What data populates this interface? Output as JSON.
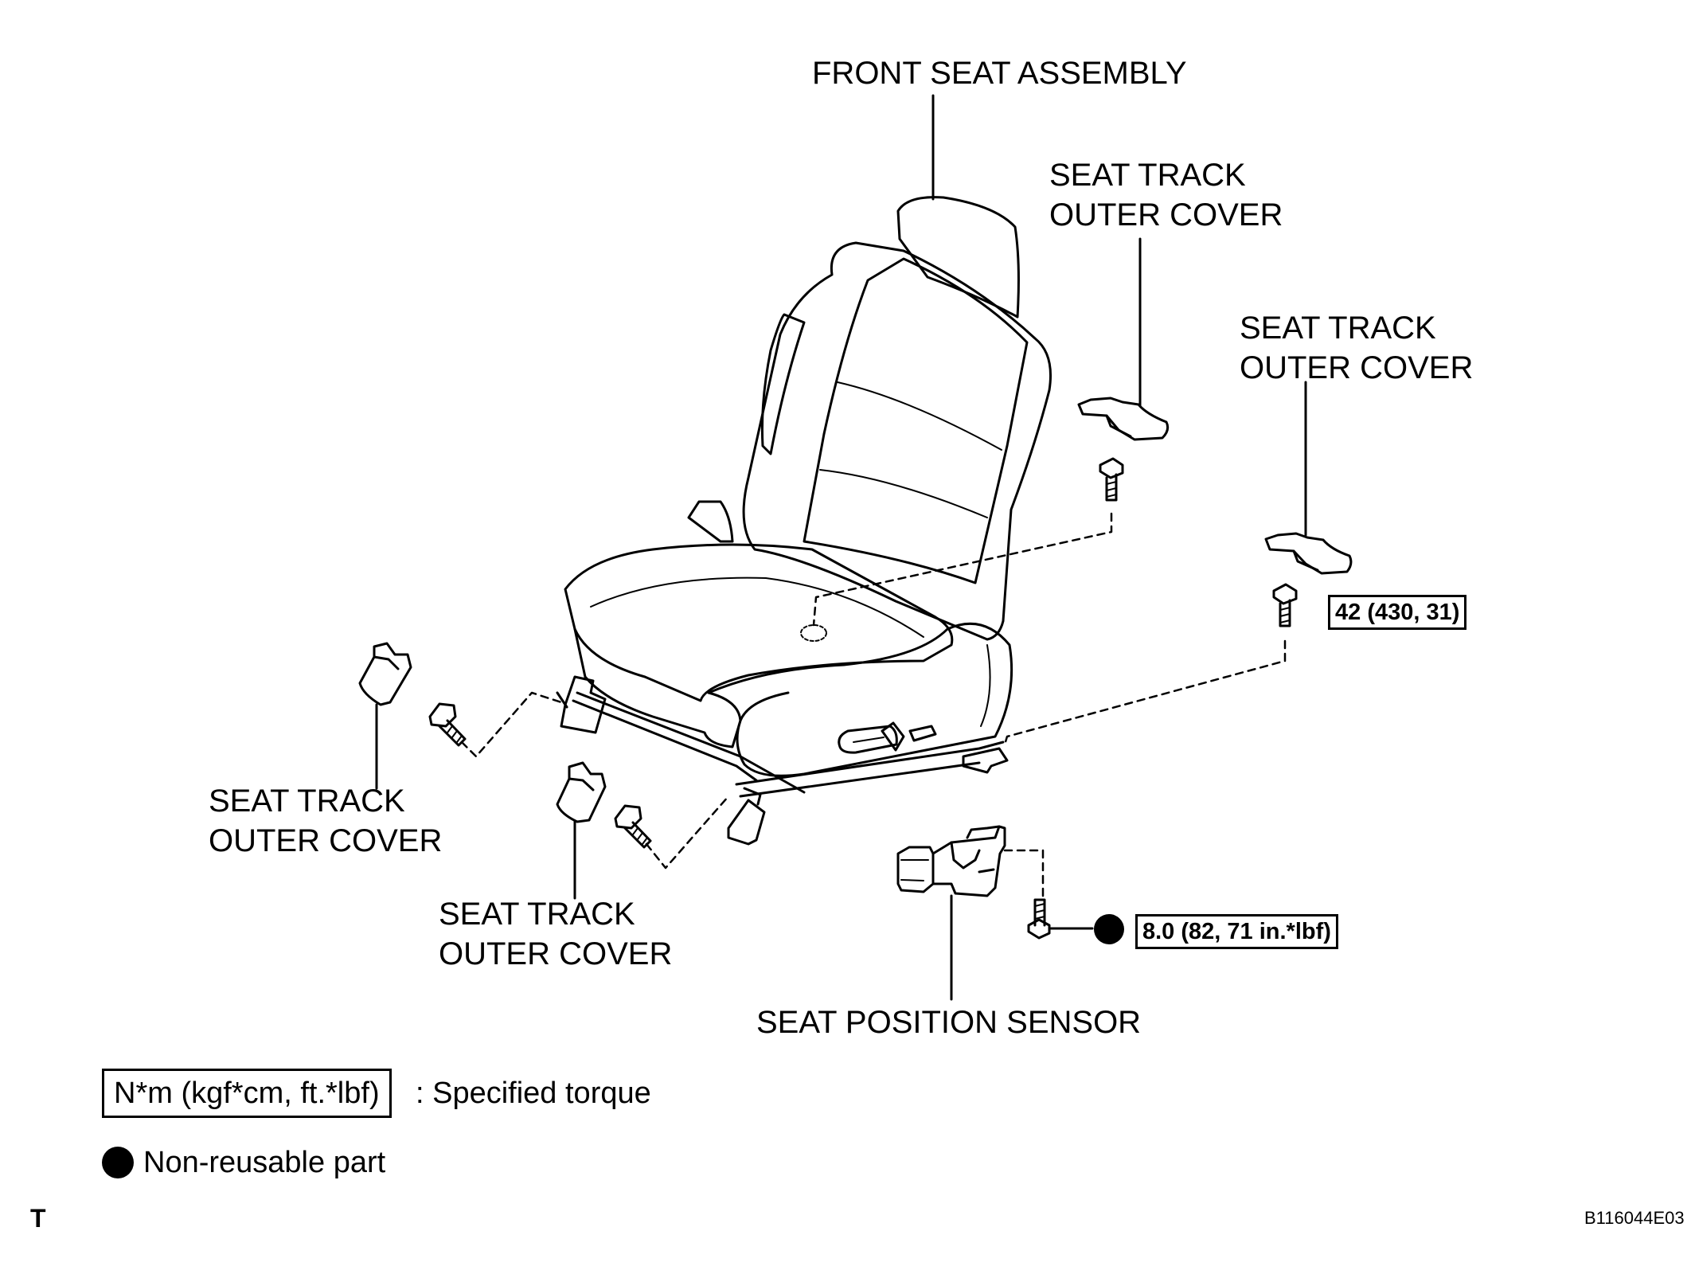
{
  "labels": {
    "front_seat_assembly": "FRONT SEAT ASSEMBLY",
    "cover_top_line1": "SEAT TRACK",
    "cover_top_line2": "OUTER COVER",
    "cover_right_line1": "SEAT TRACK",
    "cover_right_line2": "OUTER COVER",
    "cover_left_line1": "SEAT TRACK",
    "cover_left_line2": "OUTER COVER",
    "cover_front_line1": "SEAT TRACK",
    "cover_front_line2": "OUTER COVER",
    "seat_position_sensor": "SEAT POSITION SENSOR"
  },
  "torques": {
    "seat_bolt": "42 (430, 31)",
    "sensor_bolt": "8.0 (82, 71 in.*lbf)"
  },
  "legend": {
    "torque_box": "N*m (kgf*cm, ft.*lbf)",
    "torque_text": ": Specified torque",
    "nonreusable_text": "Non-reusable part"
  },
  "corner_letter": "T",
  "figure_code": "B116044E03"
}
